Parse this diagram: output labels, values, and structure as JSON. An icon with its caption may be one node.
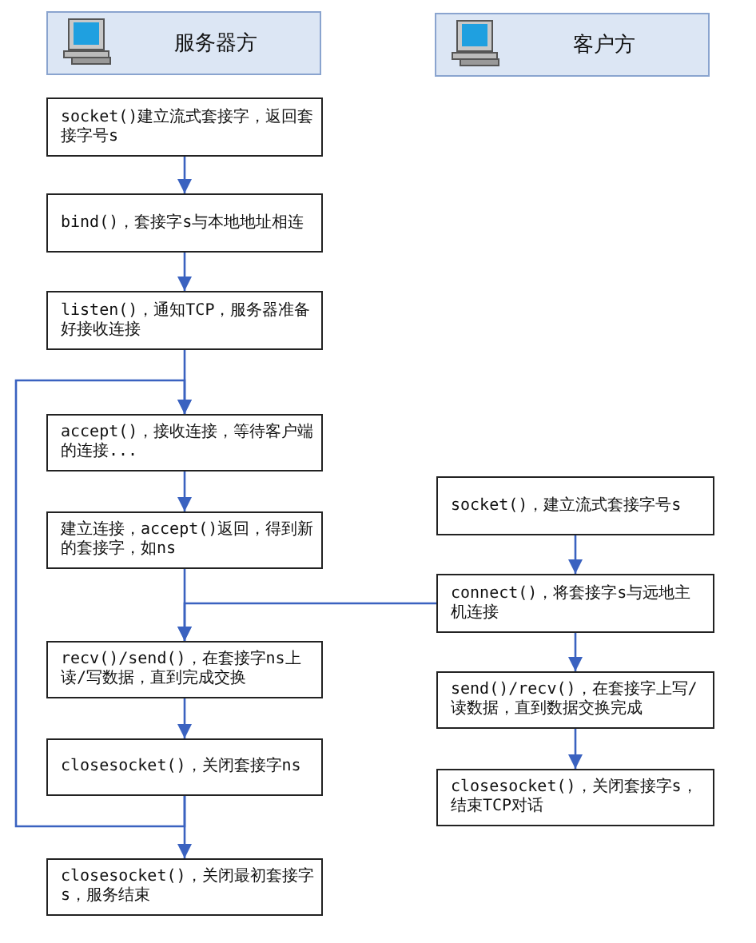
{
  "diagram": {
    "nodes": [
      {
        "text": [
          "服务器方"
        ]
      },
      {
        "text": [
          "客户方"
        ]
      },
      {
        "text": [
          "socket()建立流式套接字，返回套接字号s"
        ]
      },
      {
        "text": [
          "bind()，套接字s与本地地址相连"
        ]
      },
      {
        "text": [
          "listen()，通知TCP，服务器准备好接收连接"
        ]
      },
      {
        "text": [
          "accept()，接收连接，等待客户端的连接..."
        ]
      },
      {
        "text": [
          "建立连接，accept()返回，得到新的套接字，如ns"
        ]
      },
      {
        "text": [
          "recv()/send()，在套接字ns上读/写数据，直到完成交换"
        ]
      },
      {
        "text": [
          "closesocket()，关闭套接字ns"
        ]
      },
      {
        "text": [
          "closesocket()，关闭最初套接字s，服务结束"
        ]
      },
      {
        "text": [
          "socket()，建立流式套接字号s"
        ]
      },
      {
        "text": [
          "connect()，将套接字s与远地主机连接"
        ]
      },
      {
        "text": [
          "send()/recv()，在套接字上写/读数据，直到数据交换完成"
        ]
      },
      {
        "text": [
          "closesocket()，关闭套接字s，结束TCP对话"
        ]
      }
    ],
    "edges": [
      {
        "from": 2,
        "to": 3,
        "arrow": "to"
      },
      {
        "from": 3,
        "to": 4,
        "arrow": "to"
      },
      {
        "from": 4,
        "to": 5,
        "arrow": "to"
      },
      {
        "from": 5,
        "to": 6,
        "arrow": "to"
      },
      {
        "from": 6,
        "to": 7,
        "arrow": "to"
      },
      {
        "from": 7,
        "to": 8,
        "arrow": "to"
      },
      {
        "from": 8,
        "to": 9,
        "arrow": "to"
      },
      {
        "from": 8,
        "to": 5,
        "arrow": "to"
      },
      {
        "from": 10,
        "to": 11,
        "arrow": "to"
      },
      {
        "from": 11,
        "to": 12,
        "arrow": "to"
      },
      {
        "from": 12,
        "to": 13,
        "arrow": "to"
      },
      {
        "from": 11,
        "to": 7,
        "arrow": "to"
      }
    ]
  }
}
